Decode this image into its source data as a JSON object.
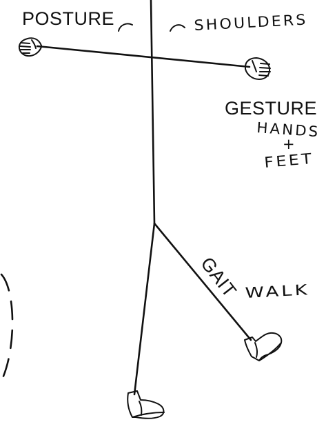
{
  "labels": {
    "posture": "POSTURE",
    "shoulders": "SHOULDERS",
    "gesture": "GESTURE",
    "hands_line1": "HANDS",
    "hands_plus": "+",
    "hands_line2": "FEET",
    "gait": "GAIT",
    "walk": "WALK"
  },
  "icons": {
    "left_hand": "hand-icon",
    "right_hand": "hand-icon",
    "right_foot": "boot-icon",
    "left_foot": "boot-icon",
    "dashed_circle": "dashed-arc"
  },
  "colors": {
    "ink": "#111111",
    "background": "#ffffff"
  }
}
